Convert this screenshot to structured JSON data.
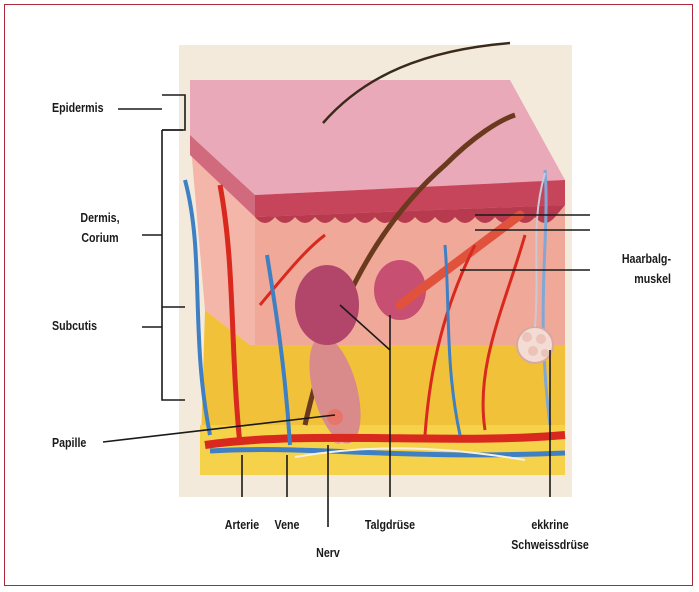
{
  "labels": {
    "epidermis": "Epidermis",
    "dermis_line1": "Dermis,",
    "dermis_line2": "Corium",
    "subcutis": "Subcutis",
    "papille": "Papille",
    "haarbalg_line1": "Haarbalg-",
    "haarbalg_line2": "muskel",
    "arterie": "Arterie",
    "vene": "Vene",
    "nerv": "Nerv",
    "talgdruese": "Talgdrüse",
    "ekkrine_line1": "ekkrine",
    "ekkrine_line2": "Schweissdrüse"
  },
  "colors": {
    "frame": "#b0283c",
    "epidermis": "#e9a9b8",
    "dermis": "#f3b6a8",
    "subcutis": "#f2c13a",
    "artery": "#d9281e",
    "vein": "#3f7fc4",
    "hair": "#6b3a1e"
  }
}
